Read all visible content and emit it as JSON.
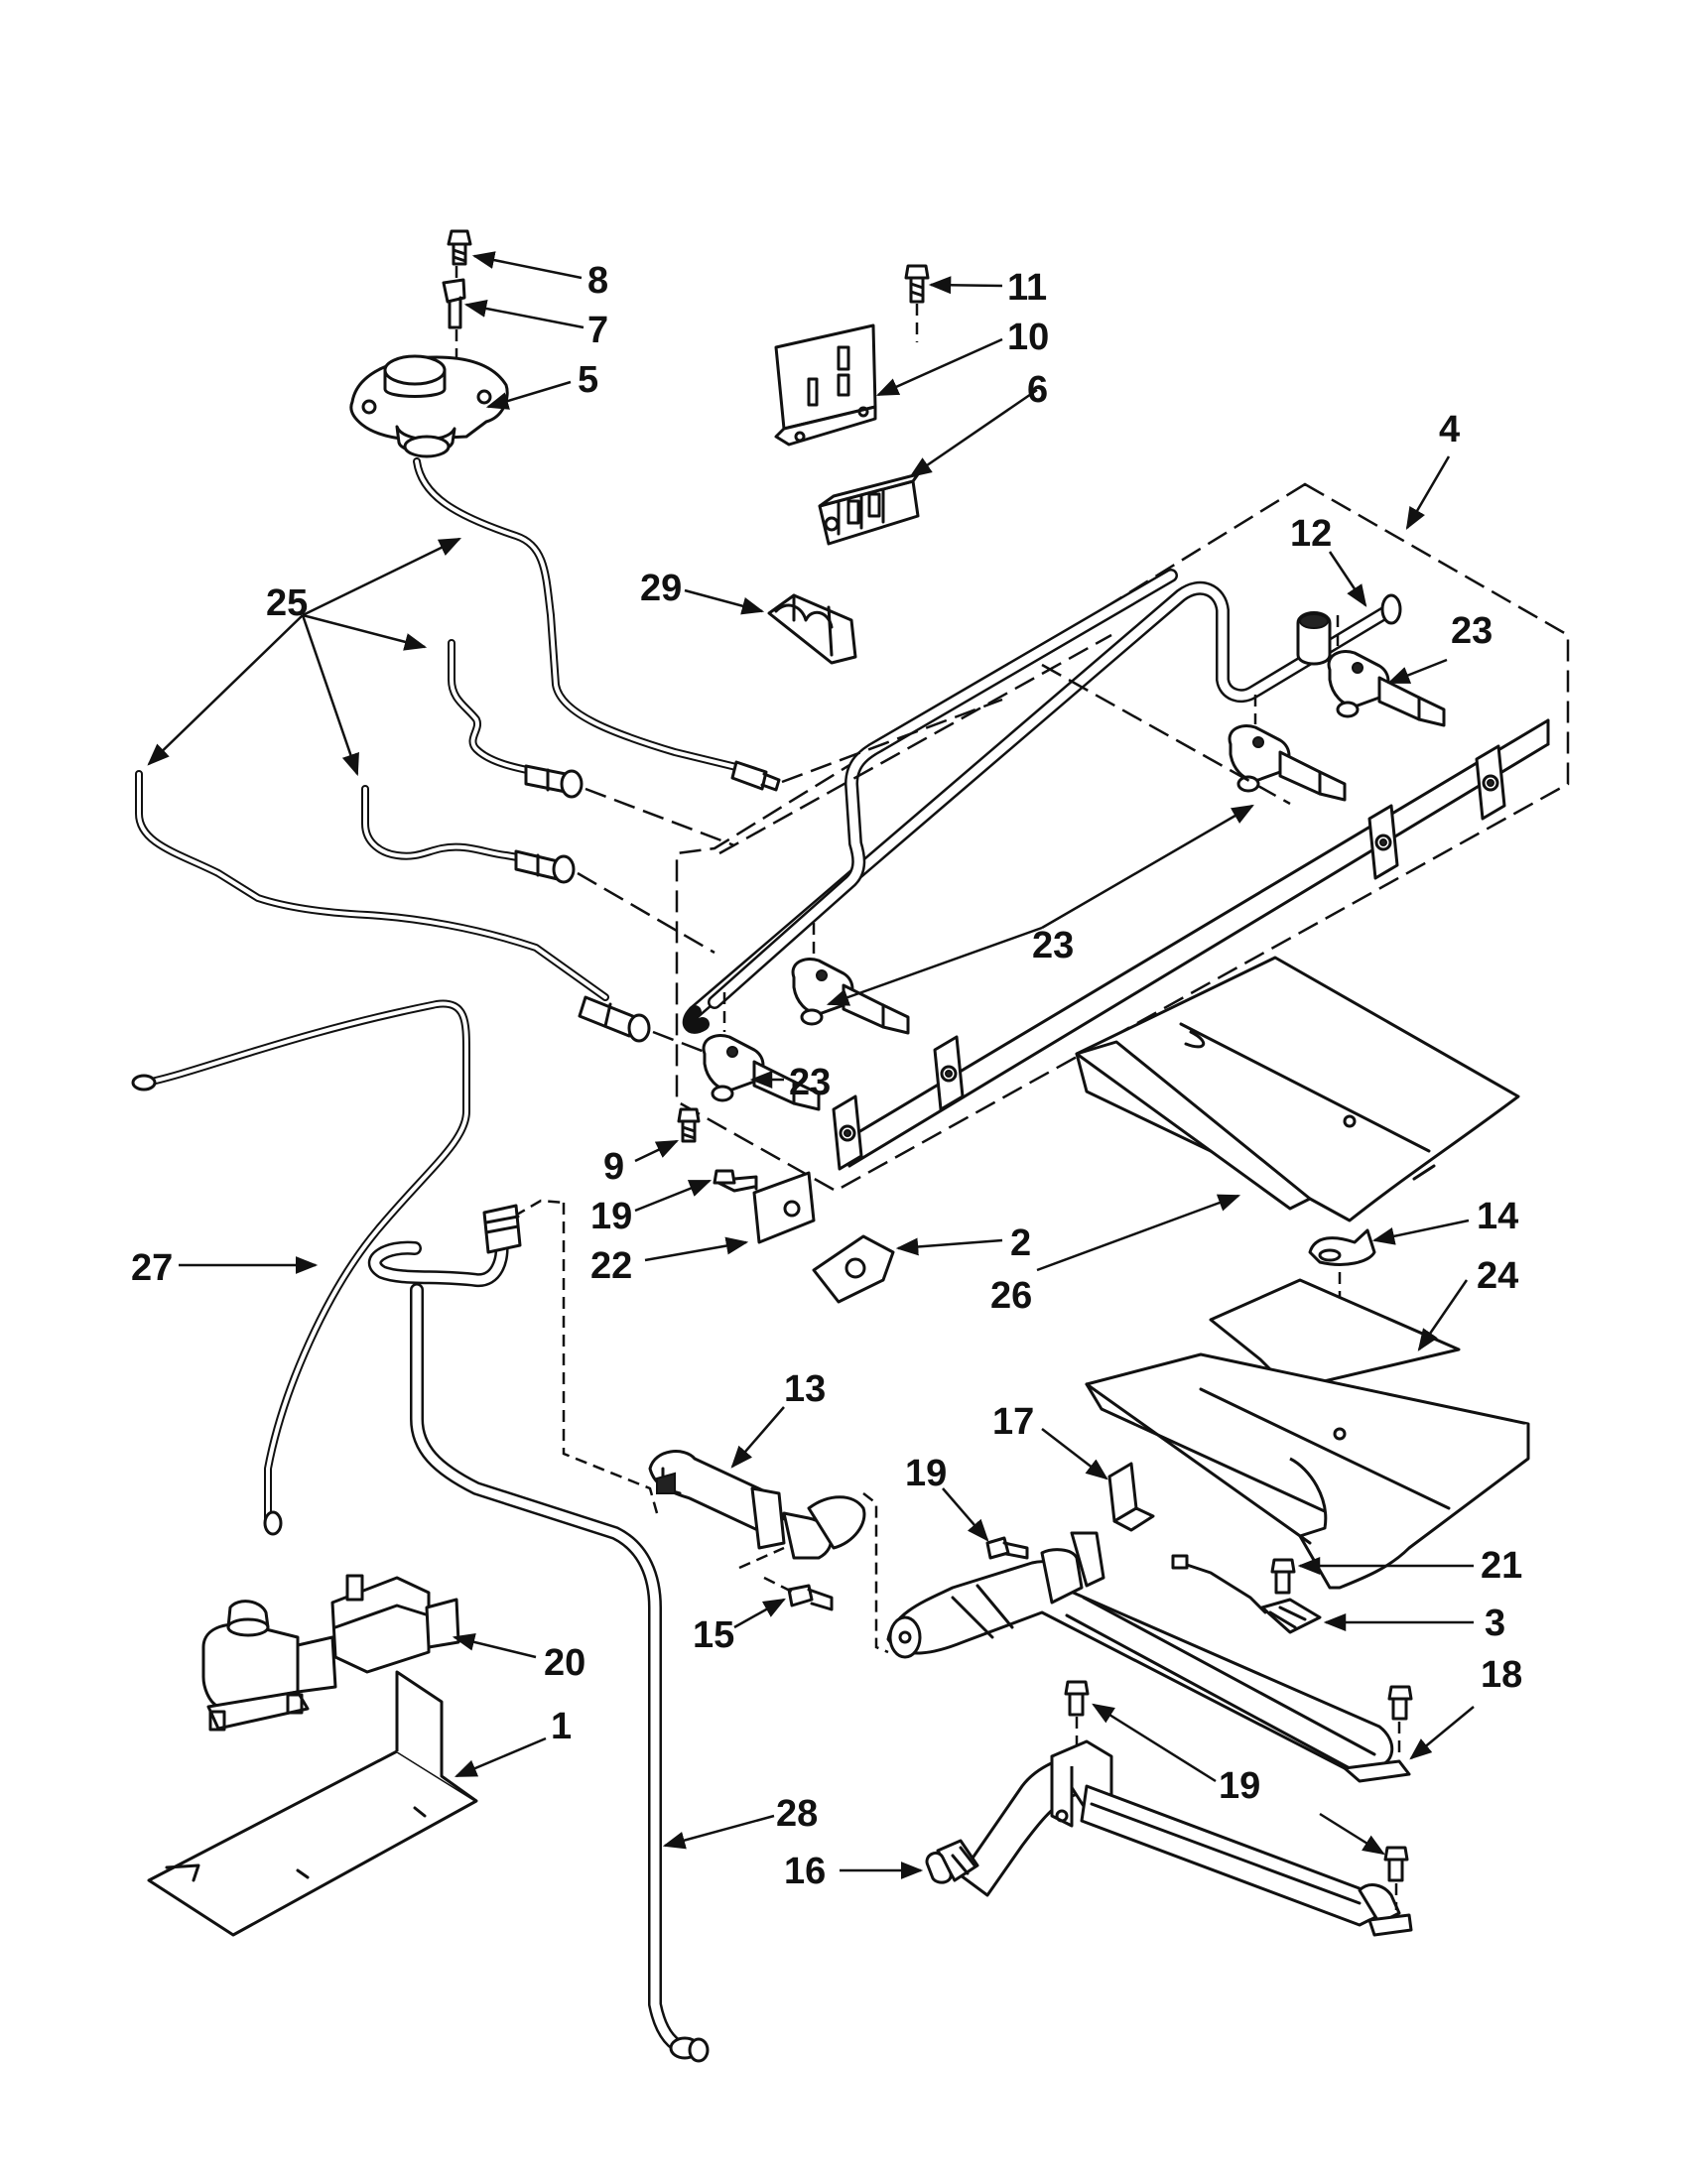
{
  "diagram": {
    "callouts": [
      {
        "id": "c8",
        "label": "8"
      },
      {
        "id": "c7",
        "label": "7"
      },
      {
        "id": "c5",
        "label": "5"
      },
      {
        "id": "c11",
        "label": "11"
      },
      {
        "id": "c10",
        "label": "10"
      },
      {
        "id": "c6",
        "label": "6"
      },
      {
        "id": "c4",
        "label": "4"
      },
      {
        "id": "c12",
        "label": "12"
      },
      {
        "id": "c29",
        "label": "29"
      },
      {
        "id": "c25",
        "label": "25"
      },
      {
        "id": "c23a",
        "label": "23"
      },
      {
        "id": "c23b",
        "label": "23"
      },
      {
        "id": "c23c",
        "label": "23"
      },
      {
        "id": "c9",
        "label": "9"
      },
      {
        "id": "c19a",
        "label": "19"
      },
      {
        "id": "c22",
        "label": "22"
      },
      {
        "id": "c2",
        "label": "2"
      },
      {
        "id": "c26",
        "label": "26"
      },
      {
        "id": "c14",
        "label": "14"
      },
      {
        "id": "c24",
        "label": "24"
      },
      {
        "id": "c27",
        "label": "27"
      },
      {
        "id": "c13",
        "label": "13"
      },
      {
        "id": "c17",
        "label": "17"
      },
      {
        "id": "c19b",
        "label": "19"
      },
      {
        "id": "c21",
        "label": "21"
      },
      {
        "id": "c3",
        "label": "3"
      },
      {
        "id": "c15",
        "label": "15"
      },
      {
        "id": "c20",
        "label": "20"
      },
      {
        "id": "c18",
        "label": "18"
      },
      {
        "id": "c1",
        "label": "1"
      },
      {
        "id": "c19c",
        "label": "19"
      },
      {
        "id": "c28",
        "label": "28"
      },
      {
        "id": "c16",
        "label": "16"
      }
    ]
  }
}
